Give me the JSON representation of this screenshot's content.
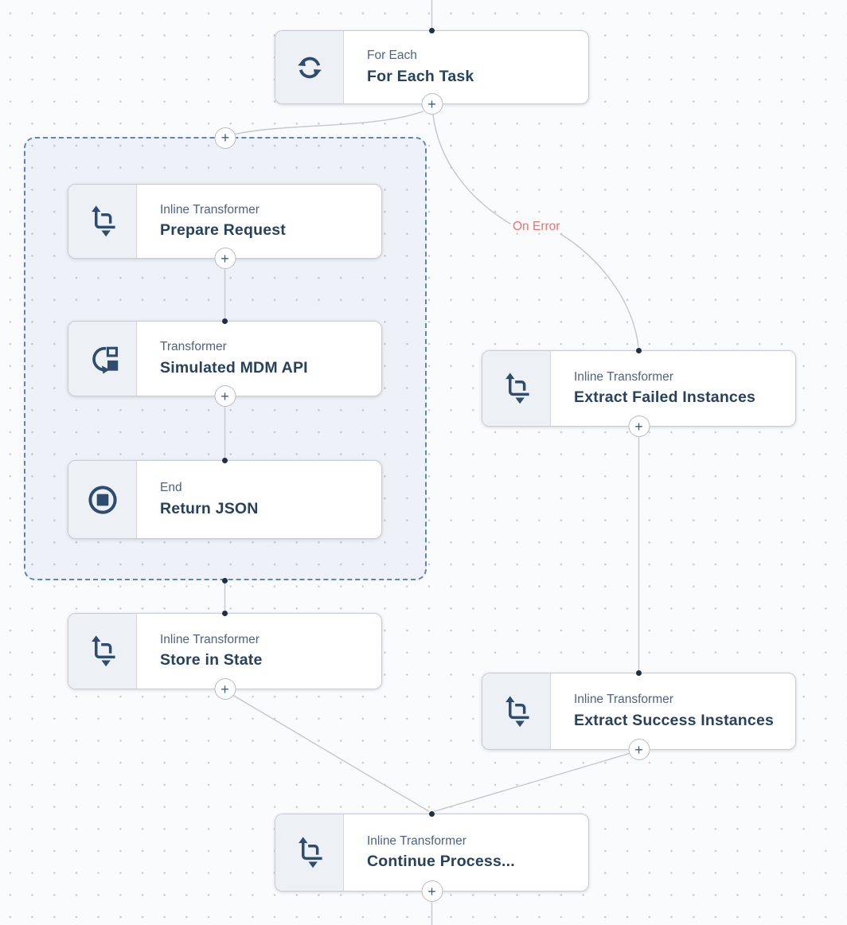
{
  "ui": {
    "plus_label": "+"
  },
  "edge_labels": {
    "on_error": "On Error"
  },
  "colors": {
    "accent_navy": "#2e4d6e",
    "node_title": "#26425e",
    "node_subtitle": "#4d6484",
    "edge_line": "#c4c7cc",
    "on_error_text": "#f0716c",
    "group_dashed_border": "#5d85bc",
    "node_border": "#c8cbd1",
    "icon_cell_bg": "#edf1f6",
    "canvas_bg": "#fafbfd"
  },
  "nodes": [
    {
      "id": "for-each-task",
      "type_label": "For Each",
      "title": "For Each Task",
      "icon": "loop-icon"
    },
    {
      "id": "prepare-request",
      "type_label": "Inline Transformer",
      "title": "Prepare Request",
      "icon": "inline-transformer-icon"
    },
    {
      "id": "simulated-mdm-api",
      "type_label": "Transformer",
      "title": "Simulated MDM API",
      "icon": "transformer-icon"
    },
    {
      "id": "return-json",
      "type_label": "End",
      "title": "Return JSON",
      "icon": "end-icon"
    },
    {
      "id": "extract-failed-instances",
      "type_label": "Inline Transformer",
      "title": "Extract Failed Instances",
      "icon": "inline-transformer-icon"
    },
    {
      "id": "store-in-state",
      "type_label": "Inline Transformer",
      "title": "Store in State",
      "icon": "inline-transformer-icon"
    },
    {
      "id": "extract-success-instances",
      "type_label": "Inline Transformer",
      "title": "Extract Success Instances",
      "icon": "inline-transformer-icon"
    },
    {
      "id": "continue-process",
      "type_label": "Inline Transformer",
      "title": "Continue Process...",
      "icon": "inline-transformer-icon"
    }
  ]
}
